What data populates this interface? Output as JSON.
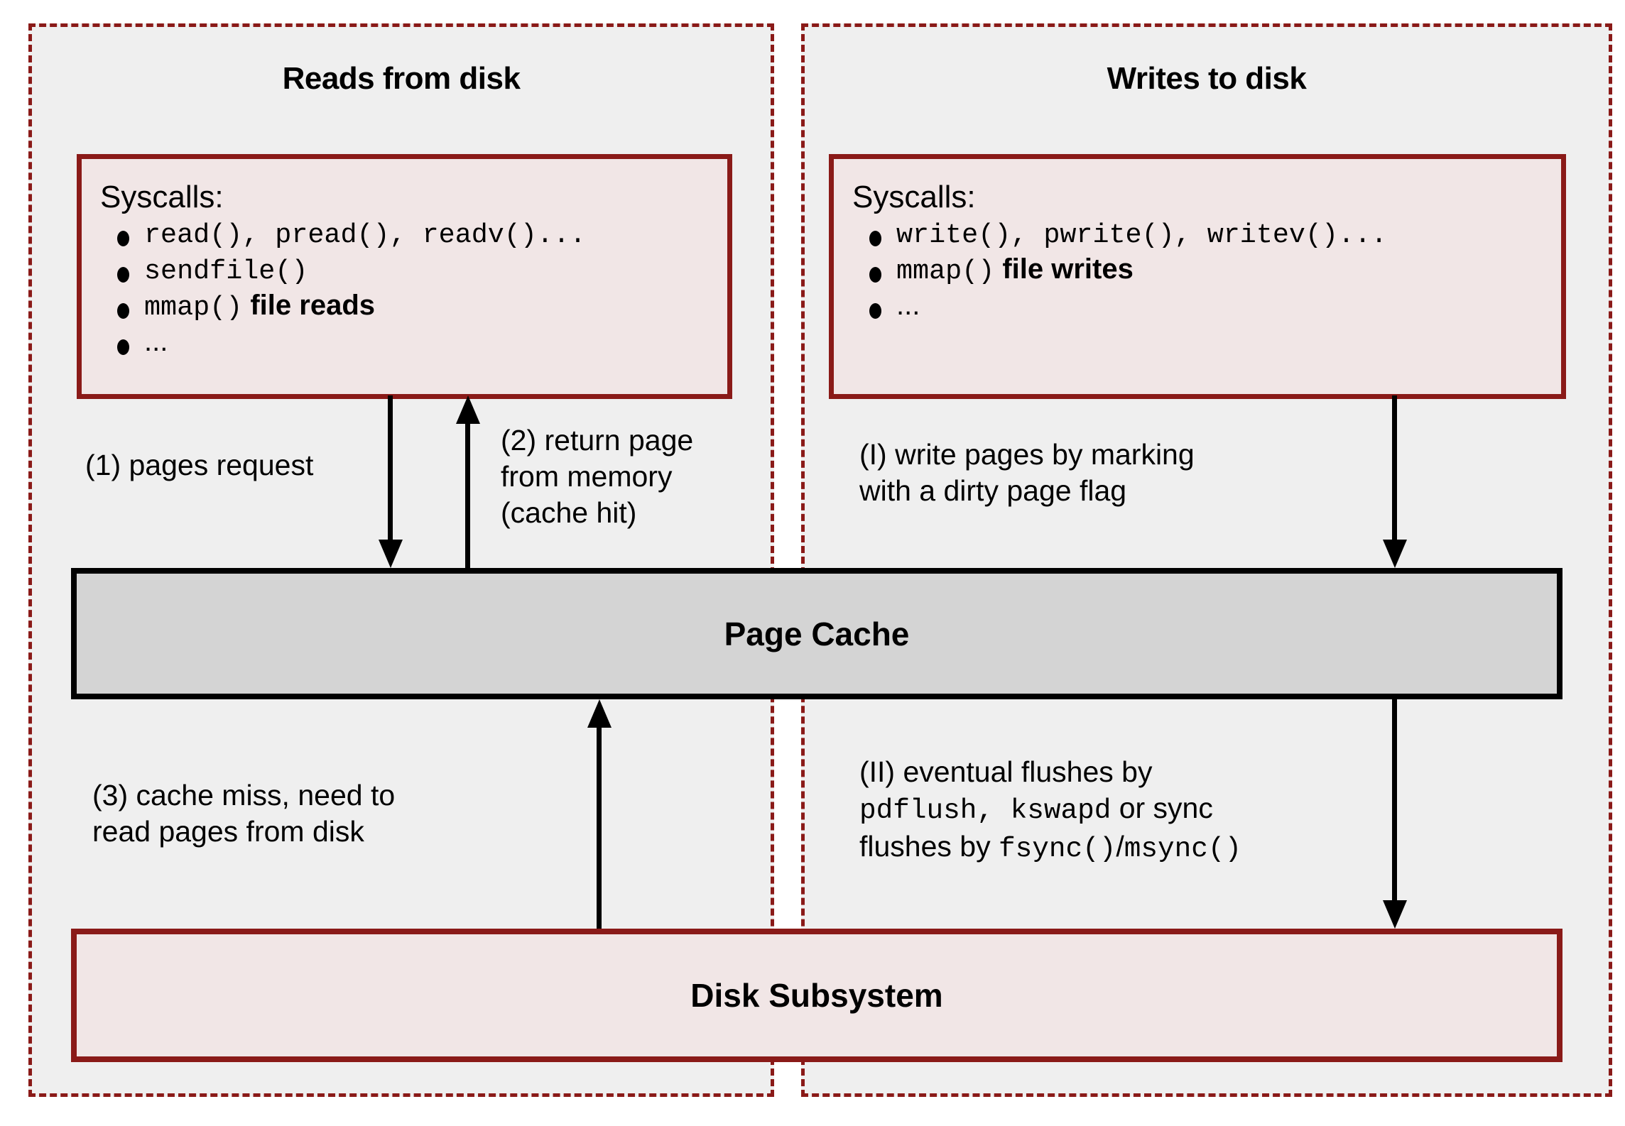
{
  "panels": {
    "read": {
      "title": "Reads from disk",
      "syscalls": {
        "heading": "Syscalls:",
        "items": [
          {
            "mono": "read(), pread(), readv()...",
            "sans": ""
          },
          {
            "mono": "sendfile()",
            "sans": ""
          },
          {
            "mono": "mmap()",
            "sans": " file reads"
          },
          {
            "mono": "",
            "sans": "..."
          }
        ]
      }
    },
    "write": {
      "title": "Writes to disk",
      "syscalls": {
        "heading": "Syscalls:",
        "items": [
          {
            "mono": "write(), pwrite(), writev()...",
            "sans": ""
          },
          {
            "mono": "mmap()",
            "sans": " file writes"
          },
          {
            "mono": "",
            "sans": "..."
          }
        ]
      }
    }
  },
  "page_cache": {
    "label": "Page Cache"
  },
  "disk_subsystem": {
    "label": "Disk Subsystem"
  },
  "notes": {
    "n1": "(1) pages request",
    "n2_line1": "(2) return page",
    "n2_line2": "from memory",
    "n2_line3": "(cache hit)",
    "n3_line1": "(3) cache miss, need to",
    "n3_line2": "read pages from disk",
    "nI_line1": "(I) write pages by marking",
    "nI_line2": "with a dirty page flag",
    "nII_line1": "(II) eventual flushes by",
    "nII_l2_a": "pdflush",
    "nII_l2_b": ", ",
    "nII_l2_c": "kswapd",
    "nII_l2_d": " or sync",
    "nII_l3_a": "flushes by ",
    "nII_l3_b": "fsync()",
    "nII_l3_c": "/",
    "nII_l3_d": "msync()"
  },
  "arrows": {
    "pages_request": "pages-request-arrow",
    "return_page": "return-page-arrow",
    "cache_miss": "cache-miss-arrow",
    "write_pages": "write-pages-arrow",
    "flush": "flush-arrow"
  },
  "colors": {
    "panel_border": "#8A1A18",
    "panel_fill": "#EFEFEF",
    "box_fill": "#F1E6E6",
    "cache_fill": "#D4D4D4",
    "arrow": "#000000"
  }
}
